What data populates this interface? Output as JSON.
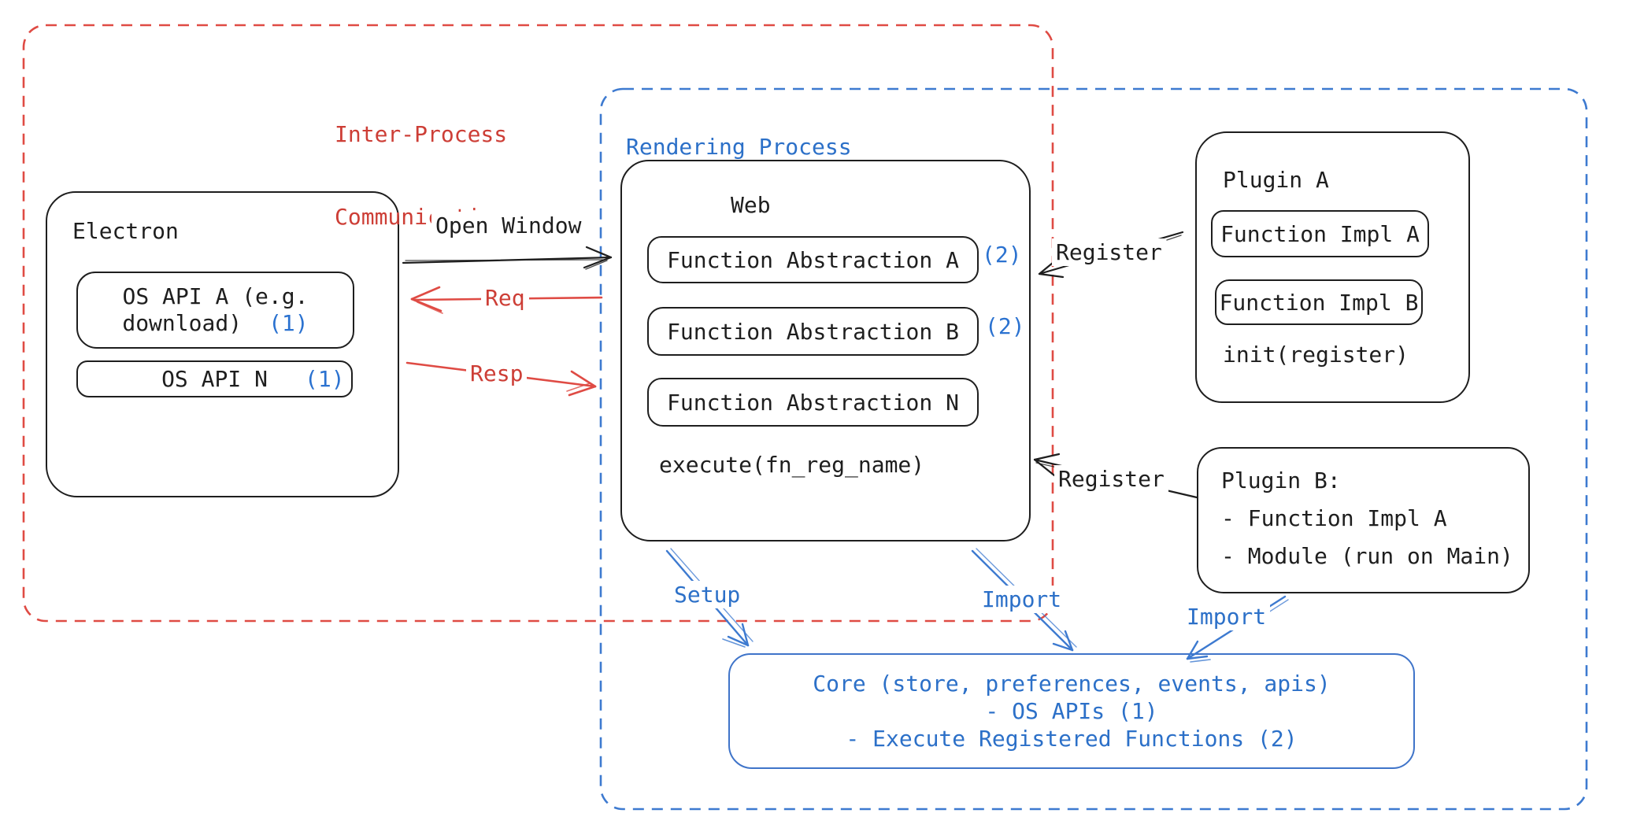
{
  "colors": {
    "ink": "#1e1e1e",
    "red_text": "#cd3e36",
    "red_line": "#df4b44",
    "blue_text": "#2c70c8",
    "blue_line": "#3d7ad0",
    "core_border": "#3f74c9"
  },
  "ipc": {
    "title_line1": "Inter-Process",
    "title_line2": "Communication"
  },
  "rendering": {
    "title": "Rendering Process"
  },
  "electron": {
    "title": "Electron",
    "api_a_line1": "OS API A (e.g.",
    "api_a_line2": "download)",
    "api_a_badge": "(1)",
    "api_n_label": "OS API N",
    "api_n_badge": "(1)"
  },
  "web": {
    "title": "Web",
    "items": [
      {
        "label": "Function Abstraction A",
        "badge": "(2)"
      },
      {
        "label": "Function Abstraction B",
        "badge": "(2)"
      },
      {
        "label": "Function Abstraction N",
        "badge": ""
      }
    ],
    "footer": "execute(fn_reg_name)"
  },
  "plugin_a": {
    "title": "Plugin A",
    "impl_a": "Function Impl A",
    "impl_b": "Function Impl B",
    "footer": "init(register)"
  },
  "plugin_b": {
    "line1": "Plugin B:",
    "line2": "- Function Impl A",
    "line3": "- Module (run on Main)"
  },
  "core": {
    "line1": "Core (store, preferences, events, apis)",
    "line2": "- OS APIs (1)",
    "line3": "- Execute Registered Functions (2)"
  },
  "arrows": {
    "open_window": "Open Window",
    "req": "Req",
    "resp": "Resp",
    "register_top": "Register",
    "register_bottom": "Register",
    "setup": "Setup",
    "import_mid": "Import",
    "import_right": "Import"
  }
}
